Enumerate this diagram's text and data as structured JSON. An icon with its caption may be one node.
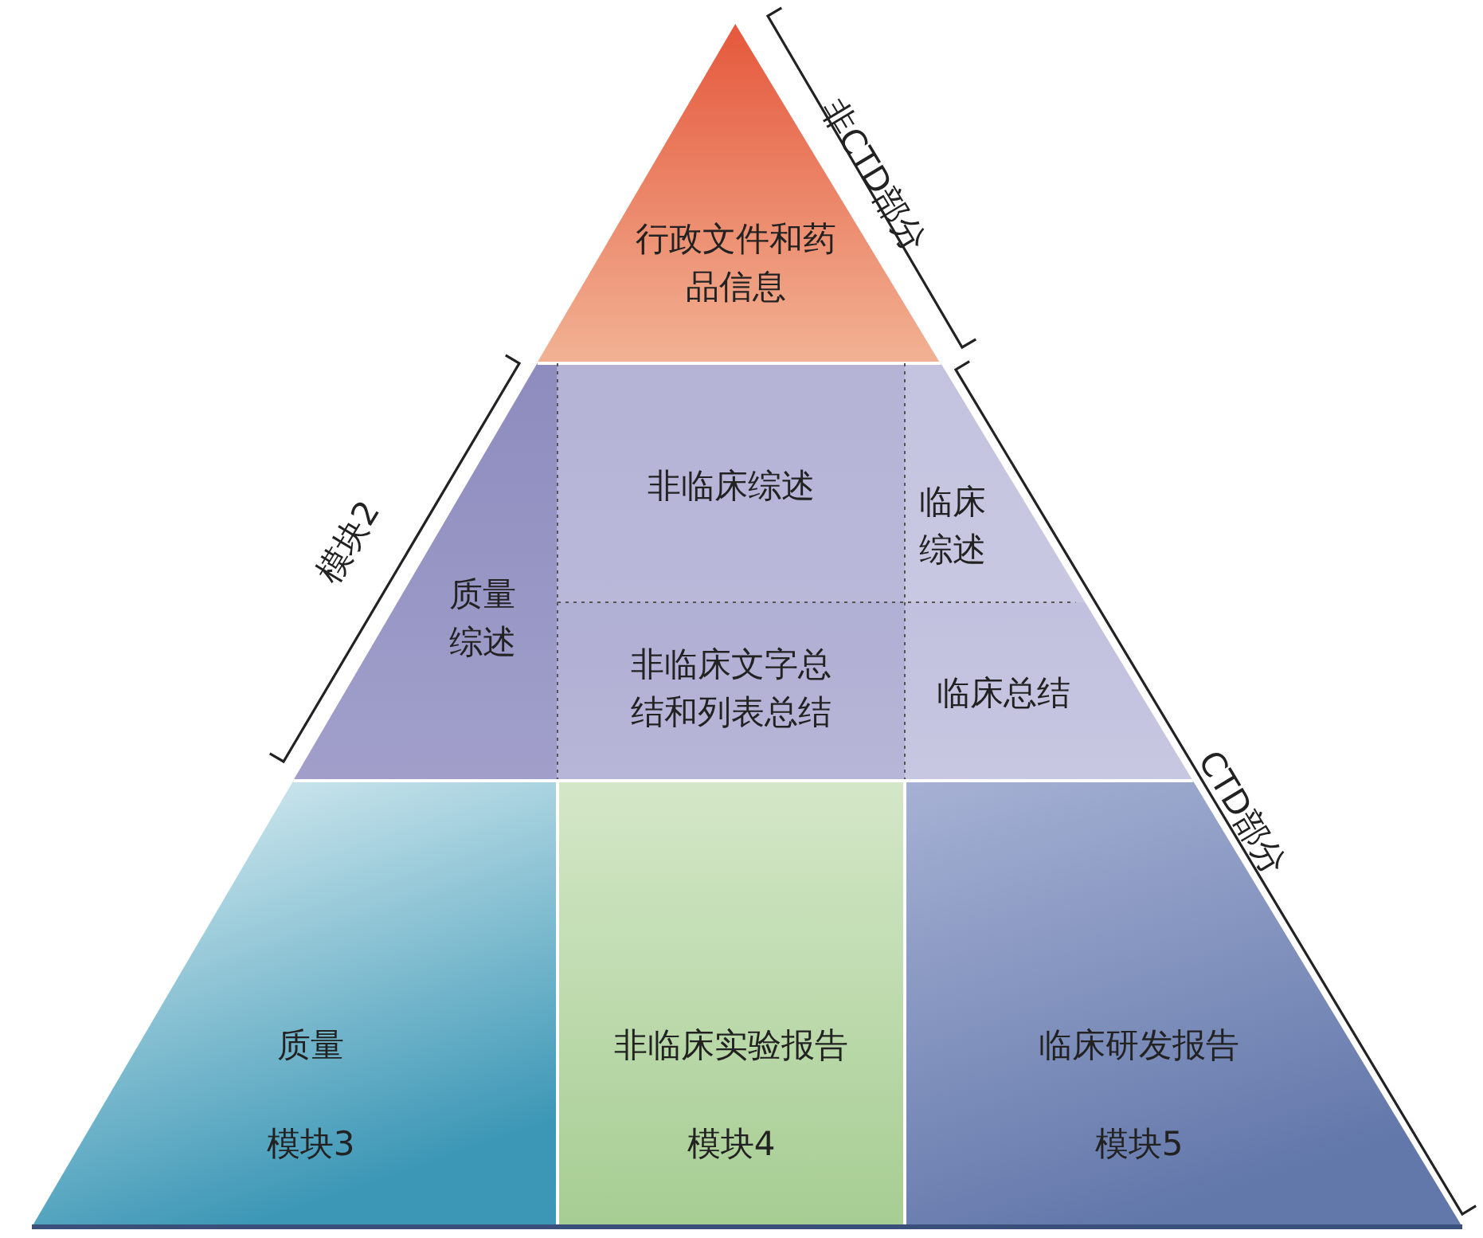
{
  "diagram": {
    "nodes": [
      {
        "text": [
          "行政文件和药品信息"
        ]
      },
      {
        "text": [
          "质量综述"
        ]
      },
      {
        "text": [
          "非临床综述"
        ]
      },
      {
        "text": [
          "临床综述"
        ]
      },
      {
        "text": [
          "非临床文字总结和列表总结"
        ]
      },
      {
        "text": [
          "临床总结"
        ]
      },
      {
        "text": [
          "质量",
          "模块3"
        ]
      },
      {
        "text": [
          "非临床实验报告",
          "模块4"
        ]
      },
      {
        "text": [
          "临床研发报告",
          "模块5"
        ]
      }
    ],
    "labels": [
      "非CTD部分",
      "模块2",
      "CTD部分"
    ]
  }
}
